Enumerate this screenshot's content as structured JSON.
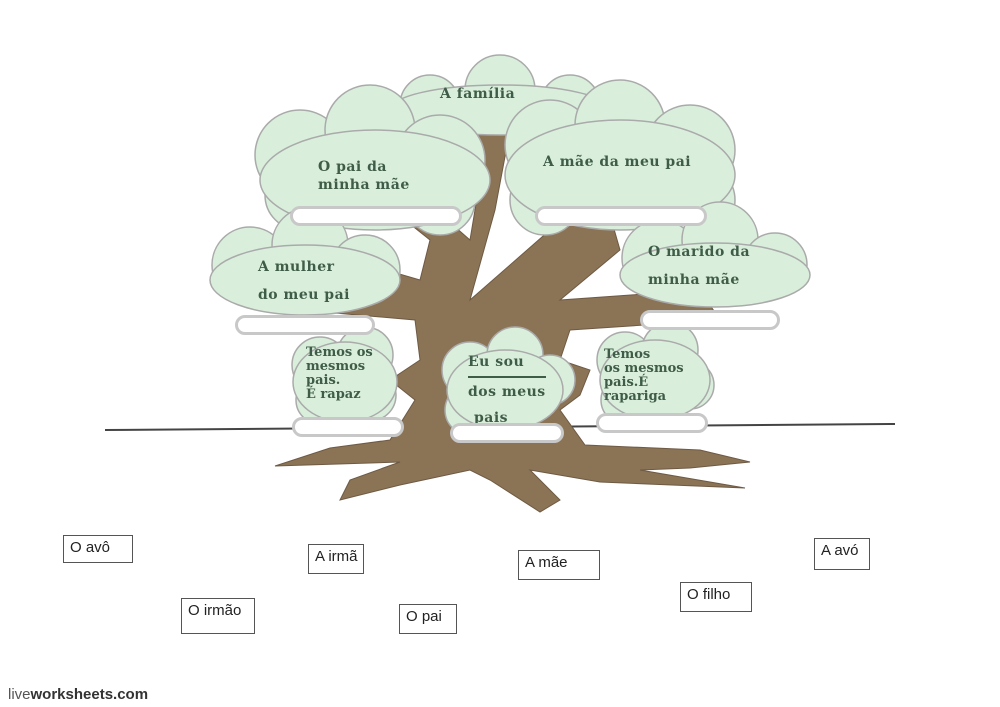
{
  "tree": {
    "title": "A família",
    "clouds": [
      {
        "id": "top-left",
        "lines": [
          "O pai da",
          "minha mãe"
        ]
      },
      {
        "id": "top-right",
        "lines": [
          "A mãe da meu pai"
        ]
      },
      {
        "id": "mid-left",
        "lines": [
          "A mulher",
          "do meu pai"
        ]
      },
      {
        "id": "mid-right",
        "lines": [
          "O marido da",
          "minha mãe"
        ]
      },
      {
        "id": "low-left",
        "lines": [
          "Temos os",
          "mesmos",
          "pais.",
          "É rapaz"
        ]
      },
      {
        "id": "low-center",
        "lines": [
          "Eu sou",
          "dos meus",
          "pais"
        ]
      },
      {
        "id": "low-right",
        "lines": [
          "Temos",
          "os mesmos",
          "pais.É",
          "rapariga"
        ]
      }
    ]
  },
  "word_bank": [
    "O avô",
    "A irmã",
    "A mãe",
    "A avó",
    "O irmão",
    "O pai",
    "O filho"
  ],
  "brand": {
    "prefix": "live",
    "suffix": "worksheets.com"
  }
}
